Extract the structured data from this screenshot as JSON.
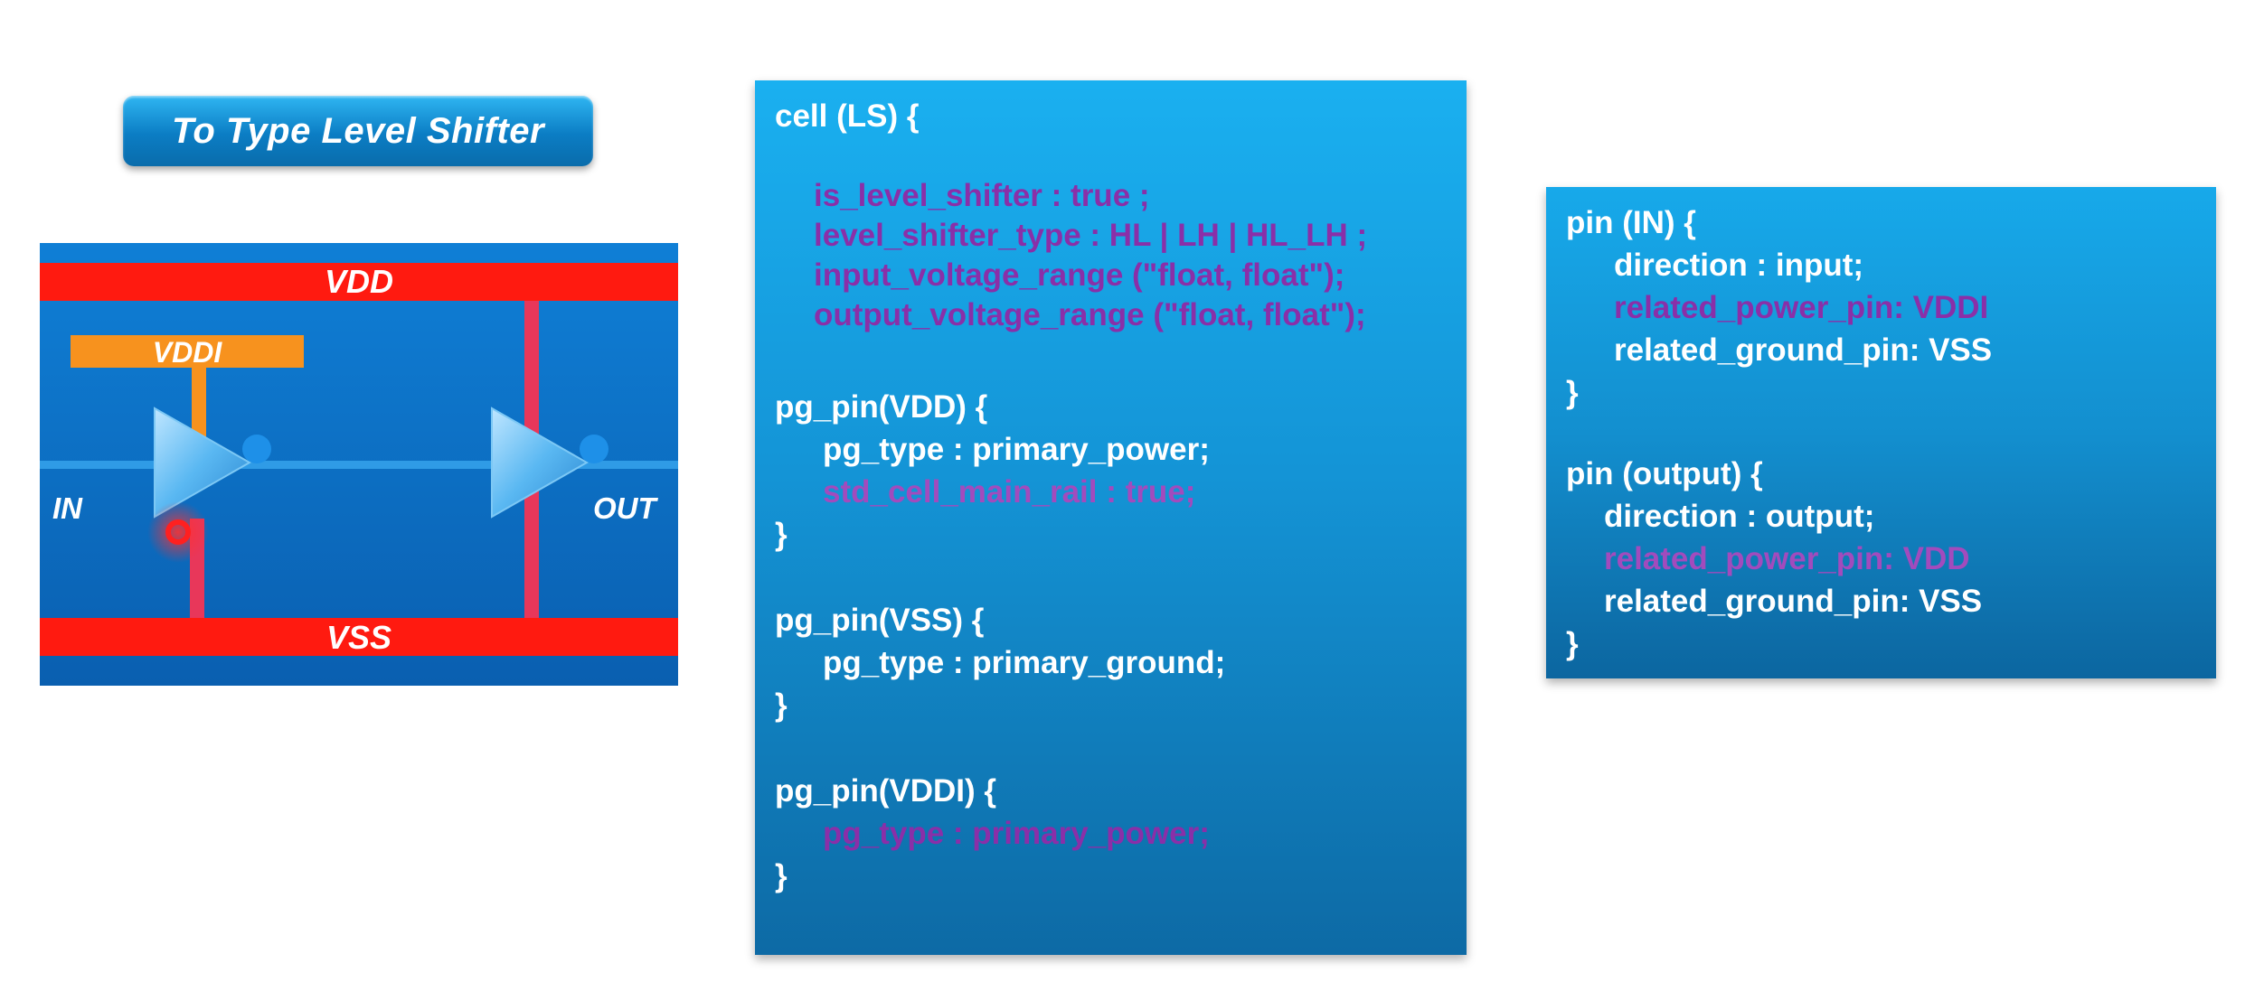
{
  "title": "To Type Level Shifter",
  "diagram": {
    "vdd_label": "VDD",
    "vddi_label": "VDDI",
    "vss_label": "VSS",
    "in_label": "IN",
    "out_label": "OUT"
  },
  "cell_code": [
    {
      "text": "cell (LS) {",
      "color": "white"
    },
    {
      "text": "is_level_shifter : true ;",
      "color": "purple"
    },
    {
      "text": "level_shifter_type : HL | LH | HL_LH ;",
      "color": "purple"
    },
    {
      "text": "input_voltage_range (\"float, float\");",
      "color": "purple"
    },
    {
      "text": "output_voltage_range (\"float, float\");",
      "color": "purple"
    },
    {
      "text": "pg_pin(VDD) {",
      "color": "white"
    },
    {
      "text": "pg_type : primary_power;",
      "color": "white"
    },
    {
      "text": "std_cell_main_rail : true;",
      "color": "purple"
    },
    {
      "text": "}",
      "color": "white"
    },
    {
      "text": "pg_pin(VSS) {",
      "color": "white"
    },
    {
      "text": "pg_type : primary_ground;",
      "color": "white"
    },
    {
      "text": "}",
      "color": "white"
    },
    {
      "text": "pg_pin(VDDI) {",
      "color": "white"
    },
    {
      "text": "pg_type : primary_power;",
      "color": "purple"
    },
    {
      "text": "}",
      "color": "white"
    }
  ],
  "pin_code": [
    {
      "text": "pin (IN) {",
      "color": "white"
    },
    {
      "text": "direction : input;",
      "color": "white"
    },
    {
      "text": "related_power_pin: VDDI",
      "color": "purple"
    },
    {
      "text": "related_ground_pin: VSS",
      "color": "white"
    },
    {
      "text": "}",
      "color": "white"
    },
    {
      "text": "pin (output) {",
      "color": "white"
    },
    {
      "text": "direction : output;",
      "color": "white"
    },
    {
      "text": "related_power_pin: VDD",
      "color": "purple"
    },
    {
      "text": "related_ground_pin: VSS",
      "color": "white"
    },
    {
      "text": "}",
      "color": "white"
    }
  ],
  "colors": {
    "rail_red": "#ff1a10",
    "vddi_orange": "#f7921e",
    "wire_pink": "#e8375a",
    "panel_blue": "#0c73c7",
    "code_purple": "#8a2fa8"
  }
}
